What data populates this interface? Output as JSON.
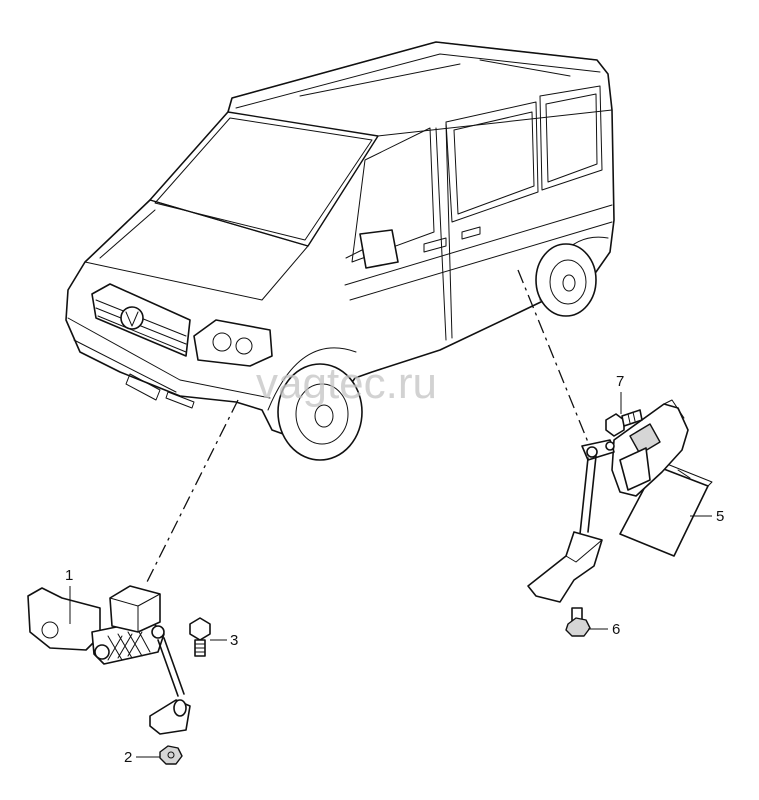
{
  "watermark": "vagtec.ru",
  "callouts": {
    "c1": "1",
    "c2": "2",
    "c3": "3",
    "c5": "5",
    "c6": "6",
    "c7": "7"
  }
}
